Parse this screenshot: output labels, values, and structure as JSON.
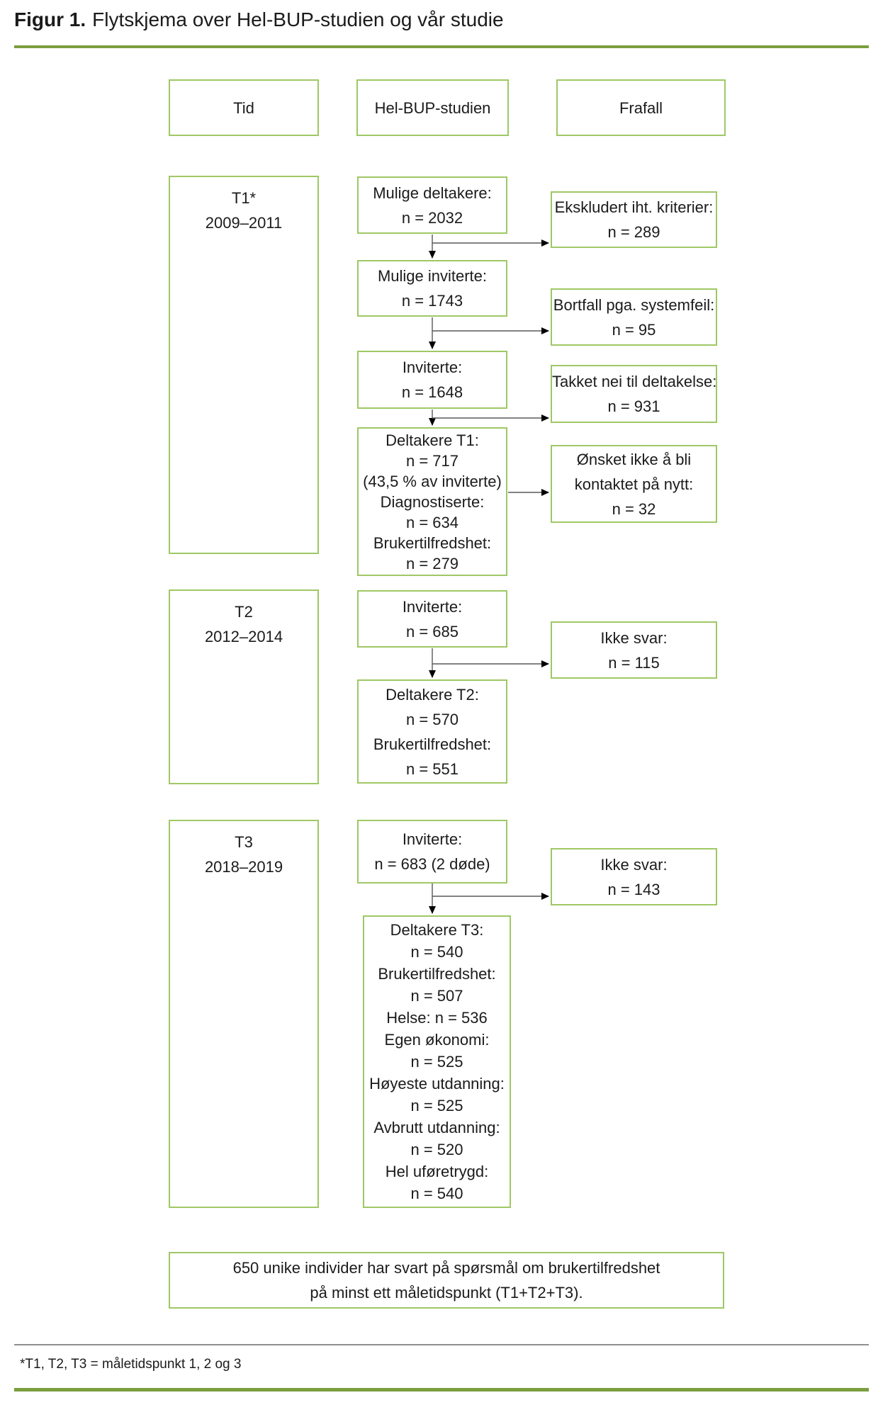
{
  "figure": {
    "label": "Figur 1.",
    "title": "Flytskjema over Hel-BUP-studien og vår studie",
    "footnote": "*T1, T2, T3 = måletidspunkt 1, 2 og 3"
  },
  "columns": {
    "tid": "Tid",
    "study": "Hel-BUP-studien",
    "dropout": "Frafall"
  },
  "tid": {
    "t1": [
      "T1*",
      "2009–2011"
    ],
    "t2": [
      "T2",
      "2012–2014"
    ],
    "t3": [
      "T3",
      "2018–2019"
    ]
  },
  "study": {
    "mulige_deltakere": [
      "Mulige deltakere:",
      "n = 2032"
    ],
    "mulige_inviterte": [
      "Mulige inviterte:",
      "n = 1743"
    ],
    "inviterte_t1": [
      "Inviterte:",
      "n = 1648"
    ],
    "deltakere_t1": [
      "Deltakere T1:",
      "n = 717",
      "(43,5 % av inviterte)",
      "Diagnostiserte:",
      "n = 634",
      "Brukertilfredshet:",
      "n = 279"
    ],
    "inviterte_t2": [
      "Inviterte:",
      "n = 685"
    ],
    "deltakere_t2": [
      "Deltakere T2:",
      "n = 570",
      "Brukertilfredshet:",
      "n = 551"
    ],
    "inviterte_t3": [
      "Inviterte:",
      "n = 683 (2 døde)"
    ],
    "deltakere_t3": [
      "Deltakere T3:",
      "n = 540",
      "Brukertilfredshet:",
      "n = 507",
      "Helse: n = 536",
      "Egen økonomi:",
      "n = 525",
      "Høyeste utdanning:",
      "n = 525",
      "Avbrutt utdanning:",
      "n = 520",
      "Hel uføretrygd:",
      "n = 540"
    ]
  },
  "dropout": {
    "ekskludert": [
      "Ekskludert iht. kriterier:",
      "n = 289"
    ],
    "bortfall": [
      "Bortfall pga. systemfeil:",
      "n = 95"
    ],
    "takket_nei": [
      "Takket nei til deltakelse:",
      "n = 931"
    ],
    "onsket_ikke": [
      "Ønsket ikke å bli",
      "kontaktet på nytt:",
      "n = 32"
    ],
    "ikke_svar_t2": [
      "Ikke svar:",
      "n = 115"
    ],
    "ikke_svar_t3": [
      "Ikke svar:",
      "n = 143"
    ]
  },
  "summary": [
    "650 unike individer har svart på spørsmål om brukertilfredshet",
    "på minst ett måletidspunkt (T1+T2+T3)."
  ],
  "colors": {
    "box_border": "#9fc865",
    "rule_olive": "#7b9e3e",
    "rule_gray": "#8f8f8f",
    "arrow_line": "#595959",
    "arrow_head": "#000000",
    "text": "#1b1b1b"
  }
}
